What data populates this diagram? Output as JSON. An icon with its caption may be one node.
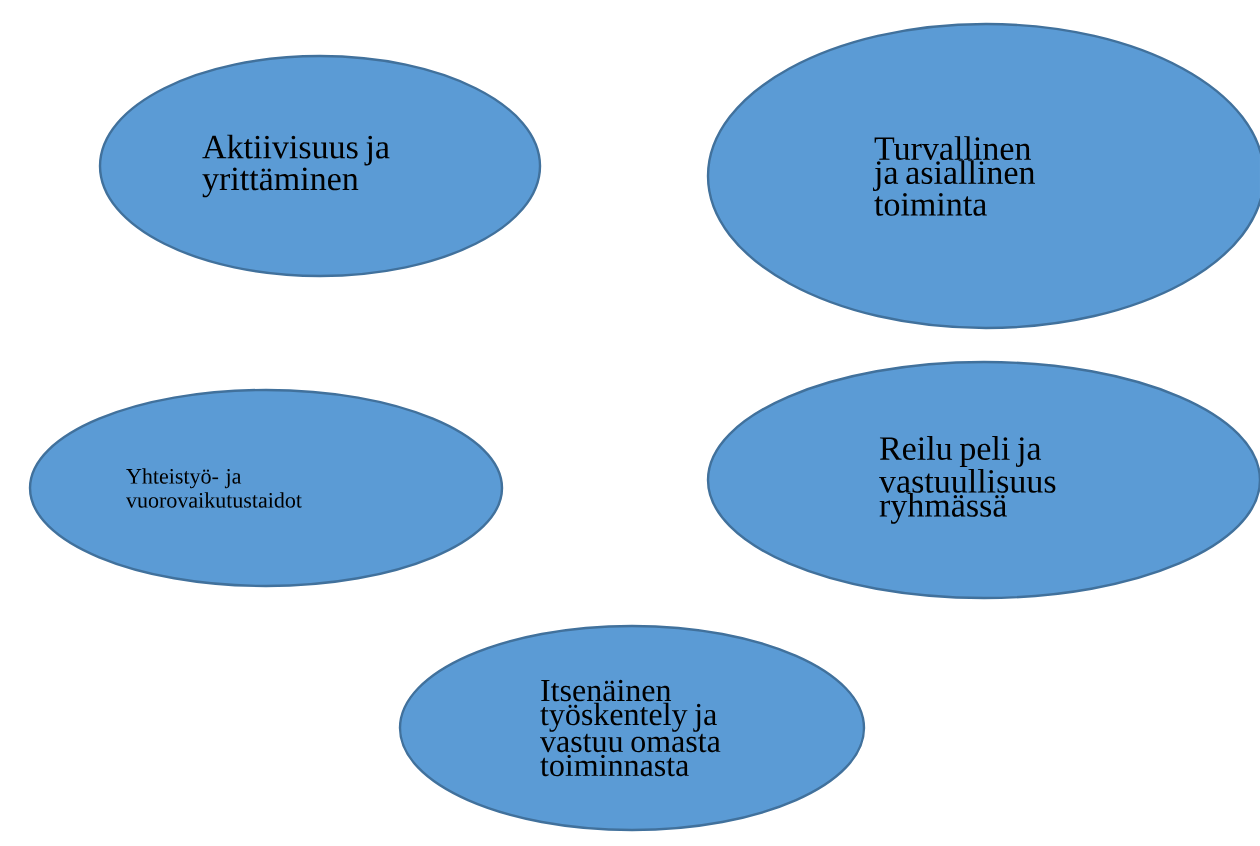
{
  "diagram": {
    "nodes": [
      {
        "text": [
          "Aktiivisuus ja yrittäminen"
        ]
      },
      {
        "text": [
          "Turvallinen ja asiallinen toiminta"
        ]
      },
      {
        "text": [
          "Yhteistyö- ja vuorovaikutustaidot"
        ]
      },
      {
        "text": [
          "Reilu peli ja vastuullisuus ryhmässä"
        ]
      },
      {
        "text": [
          "Itsenäinen työskentely ja vastuu omasta toiminnasta"
        ]
      }
    ]
  }
}
